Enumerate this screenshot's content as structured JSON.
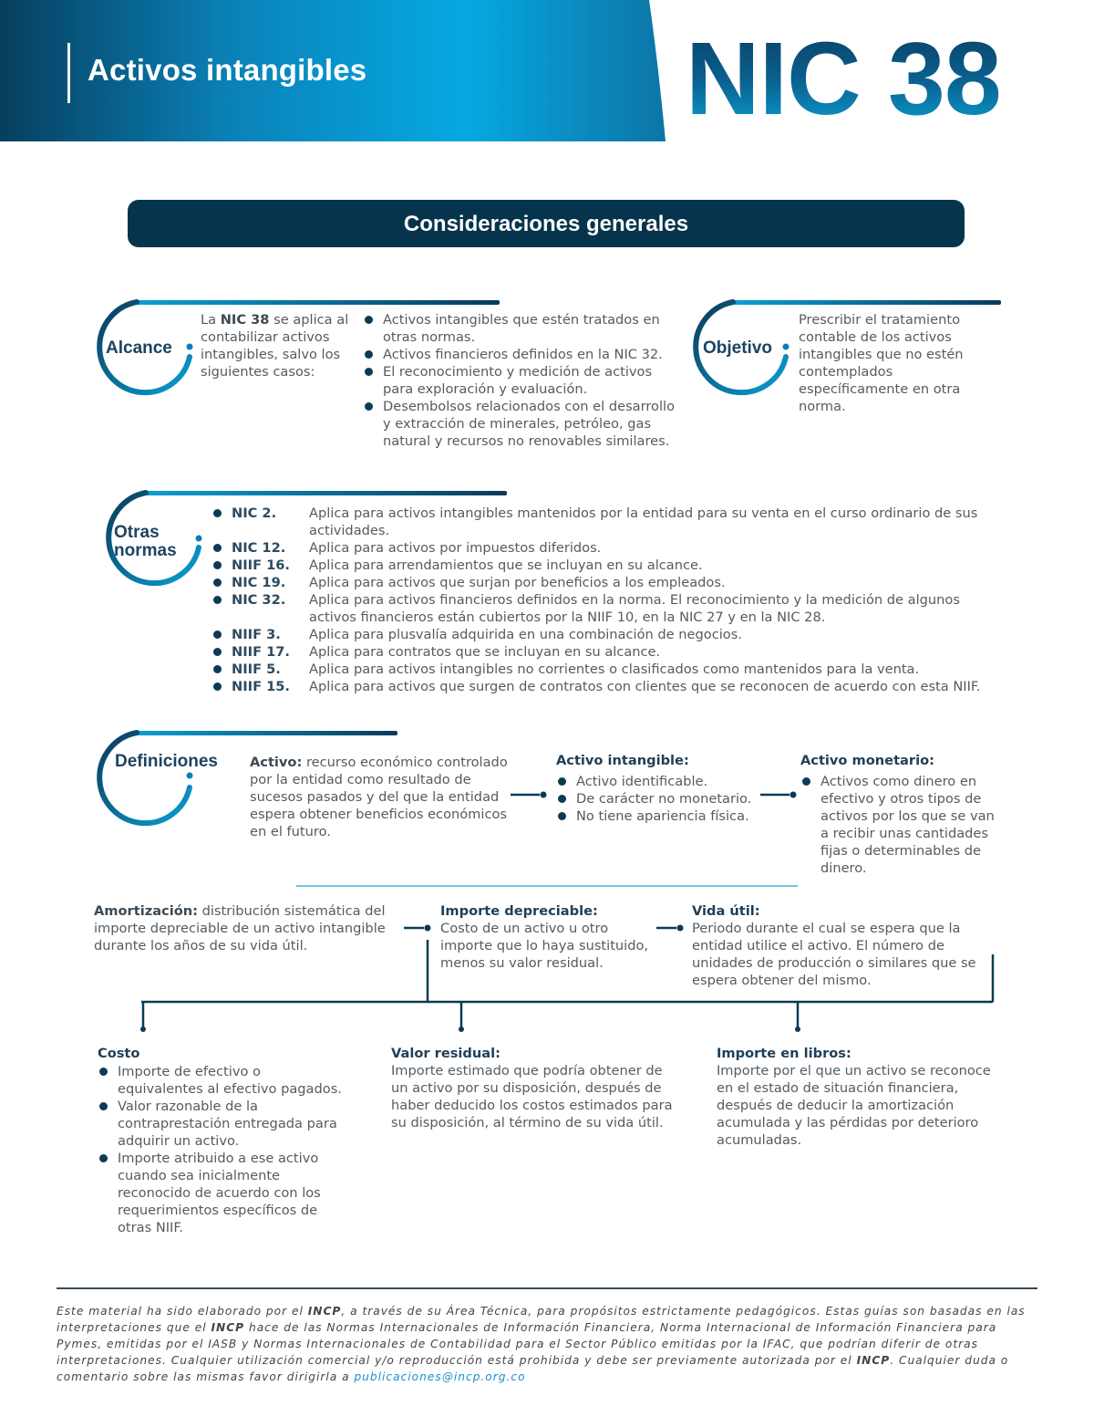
{
  "header": {
    "title": "Activos intangibles",
    "code": "NIC 38"
  },
  "general_title": "Consideraciones generales",
  "alcance": {
    "label": "Alcance",
    "intro_pre": "La ",
    "intro_bold": "NIC 38",
    "intro_post": " se aplica al contabilizar activos intangibles, salvo los siguientes casos:",
    "items": [
      "Activos intangibles que estén tratados en otras normas.",
      "Activos financieros definidos en la NIC 32.",
      "El reconocimiento y medición de activos para exploración y evaluación.",
      "Desembolsos relacionados con el desarrollo y extracción de minerales, petróleo, gas natural y recursos no renovables similares."
    ]
  },
  "objetivo": {
    "label": "Objetivo",
    "text": "Prescribir el tratamiento contable de los activos intangibles que no estén contemplados específicamente en otra norma."
  },
  "otras_normas": {
    "label_line1": "Otras",
    "label_line2": "normas",
    "items": [
      {
        "code": "NIC 2.",
        "desc": "Aplica para activos intangibles mantenidos por la entidad para su venta en el curso ordinario de sus actividades."
      },
      {
        "code": "NIC 12.",
        "desc": "Aplica para activos por impuestos diferidos."
      },
      {
        "code": "NIIF 16.",
        "desc": "Aplica para arrendamientos que se incluyan en su alcance."
      },
      {
        "code": "NIC 19.",
        "desc": "Aplica para activos que surjan por beneficios a los empleados."
      },
      {
        "code": "NIC 32.",
        "desc": "Aplica para activos financieros definidos en la norma. El reconocimiento y la medición de algunos activos financieros están cubiertos por la NIIF 10, en la NIC 27 y en la NIC 28."
      },
      {
        "code": "NIIF 3.",
        "desc": "Aplica para plusvalía adquirida en una combinación de negocios."
      },
      {
        "code": "NIIF 17.",
        "desc": "Aplica para contratos que se incluyan en su alcance."
      },
      {
        "code": "NIIF 5.",
        "desc": "Aplica para activos intangibles no corrientes o clasificados como mantenidos para la venta."
      },
      {
        "code": "NIIF 15.",
        "desc": "Aplica para activos que surgen de contratos con clientes que se reconocen de acuerdo con esta NIIF."
      }
    ]
  },
  "definiciones": {
    "label": "Definiciones",
    "activo": {
      "term": "Activo:",
      "text": " recurso económico controlado por la entidad como resultado de sucesos pasados y del que la entidad espera obtener beneficios económicos en el futuro."
    },
    "activo_intangible": {
      "title": "Activo intangible:",
      "items": [
        "Activo identificable.",
        "De carácter no monetario.",
        "No tiene apariencia física."
      ]
    },
    "activo_monetario": {
      "title": "Activo monetario:",
      "items": [
        "Activos como dinero en efectivo y otros tipos de activos por los que se van a recibir unas cantidades fijas o determinables de dinero."
      ]
    },
    "amortizacion": {
      "term": "Amortización:",
      "text": " distribución sistemática del importe depreciable de un activo intangible durante los años de su vida útil."
    },
    "importe_depreciable": {
      "title": "Importe depreciable:",
      "text": "Costo de un activo u otro importe que lo haya sustituido, menos su valor residual."
    },
    "vida_util": {
      "title": "Vida útil:",
      "text": "Periodo durante el cual se espera que la entidad utilice el activo. El número de unidades de producción o similares que se espera obtener del mismo."
    },
    "costo": {
      "title": "Costo",
      "items": [
        "Importe de efectivo o equivalentes al efectivo pagados.",
        "Valor razonable de la contraprestación entregada para adquirir un activo.",
        "Importe atribuido a ese activo cuando sea inicialmente reconocido de acuerdo con los requerimientos específicos de otras NIIF."
      ]
    },
    "valor_residual": {
      "title": "Valor residual:",
      "text": "Importe estimado que podría obtener de un activo por su disposición, después de haber deducido los costos estimados para su disposición, al término de su vida útil."
    },
    "importe_libros": {
      "title": "Importe en libros:",
      "text": "Importe por el que un activo se reconoce en el estado de situación financiera, después de deducir la amortización acumulada y las pérdidas por deterioro acumuladas."
    }
  },
  "footer": {
    "p1": "Este material ha sido elaborado por el ",
    "incp1": "INCP",
    "p2": ", a través de su Área Técnica, para propósitos estrictamente pedagógicos. Estas guías son basadas en las interpretaciones que el ",
    "incp2": "INCP",
    "p3": " hace de las Normas Internacionales de Información Financiera, Norma Internacional de Información Financiera para Pymes, emitidas por el IASB y Normas Internacionales de Contabilidad para el Sector Público emitidas por la IFAC, que podrían diferir de otras interpretaciones. Cualquier utilización comercial y/o reproducción está prohibida y debe ser previamente autorizada por el ",
    "incp3": "INCP",
    "p4": ". Cualquier duda o comentario sobre las mismas favor dirigirla a ",
    "email": "publicaciones@incp.org.co"
  },
  "colors": {
    "dark_navy": "#07344d",
    "accent_blue": "#0aa3dc",
    "text": "#555b60"
  }
}
